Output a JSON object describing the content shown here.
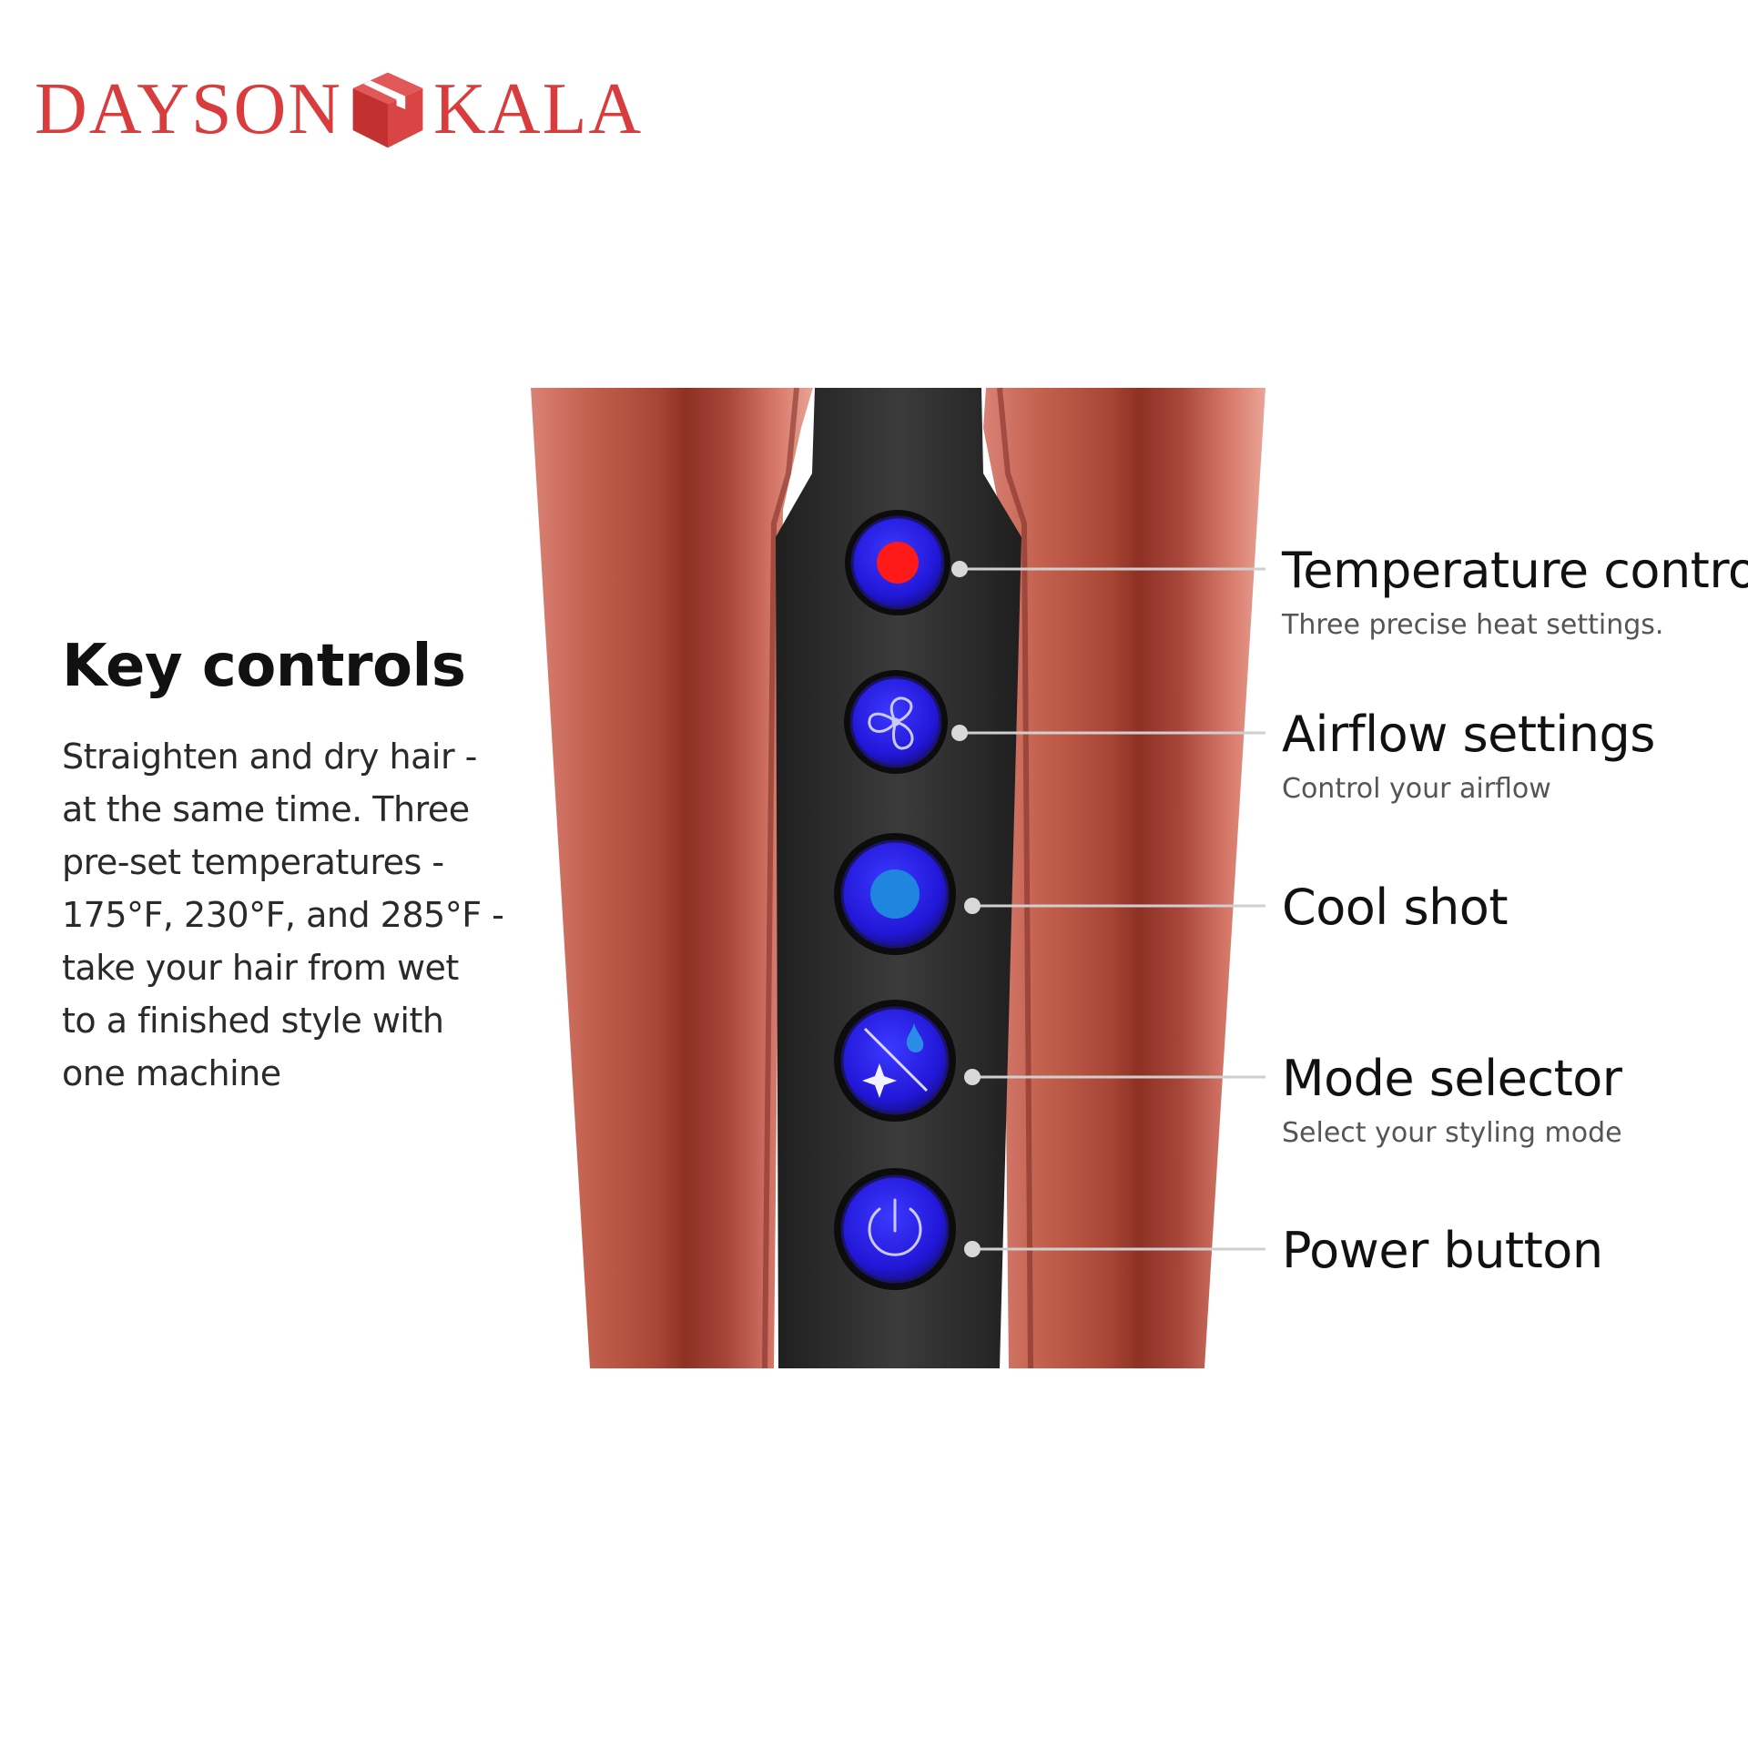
{
  "brand": {
    "left": "DAYSON",
    "right": "KALA",
    "color": "#d93c3c"
  },
  "intro": {
    "title": "Key controls",
    "body": "Straighten and dry hair -\nat the same time. Three\npre-set temperatures -\n175°F, 230°F, and 285°F -\ntake your hair from wet\nto a finished style with\none machine"
  },
  "controls": [
    {
      "name": "Temperature control",
      "description": "Three precise heat settings.",
      "icon": "heat-dot-icon"
    },
    {
      "name": "Airflow settings",
      "description": "Control your airflow",
      "icon": "fan-icon"
    },
    {
      "name": "Cool shot",
      "description": "",
      "icon": "cool-dot-icon"
    },
    {
      "name": "Mode selector",
      "description": "Select your styling mode",
      "icon": "wet-dry-mode-icon"
    },
    {
      "name": "Power button",
      "description": "",
      "icon": "power-icon"
    }
  ],
  "colors": {
    "body_copper": "#c9675b",
    "panel_dark": "#2b2b2b",
    "button_blue": "#2a22e6",
    "heat_red": "#ff1a1a",
    "cool_blue": "#1f86e0"
  }
}
